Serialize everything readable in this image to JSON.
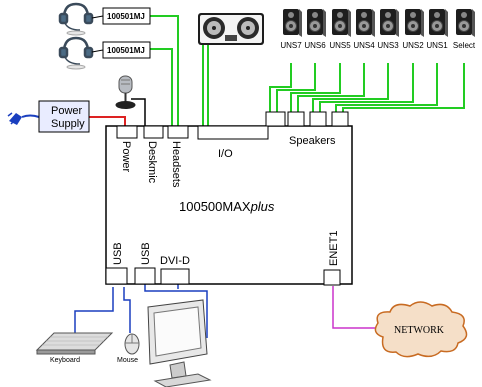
{
  "device": {
    "model_main": "100500MAX",
    "model_suffix": "plus"
  },
  "headset_units": [
    "100501MJ",
    "100501MJ"
  ],
  "power_supply": [
    "Power",
    "Supply"
  ],
  "ports_top": {
    "power": "Power",
    "deskmic": "Deskmic",
    "headsets": "Headsets",
    "io": "I/O",
    "speakers": "Speakers"
  },
  "ports_bottom": {
    "usb1": "USB",
    "usb2": "USB",
    "dvi": "DVI-D",
    "enet": "ENET1"
  },
  "speakers": [
    "UNS7",
    "UNS6",
    "UNS5",
    "UNS4",
    "UNS3",
    "UNS2",
    "UNS1",
    "Select"
  ],
  "peripherals": {
    "keyboard": "Keyboard",
    "mouse": "Mouse",
    "network": "NETWORK"
  },
  "colors": {
    "green_wire": "#22cc22",
    "red_wire": "#dd2222",
    "blue_wire": "#1a3fbf",
    "magenta_wire": "#cc33cc",
    "cloud_fill": "#f5dfc8",
    "cloud_stroke": "#c86b22",
    "power_box_fill": "#e9ecff"
  }
}
